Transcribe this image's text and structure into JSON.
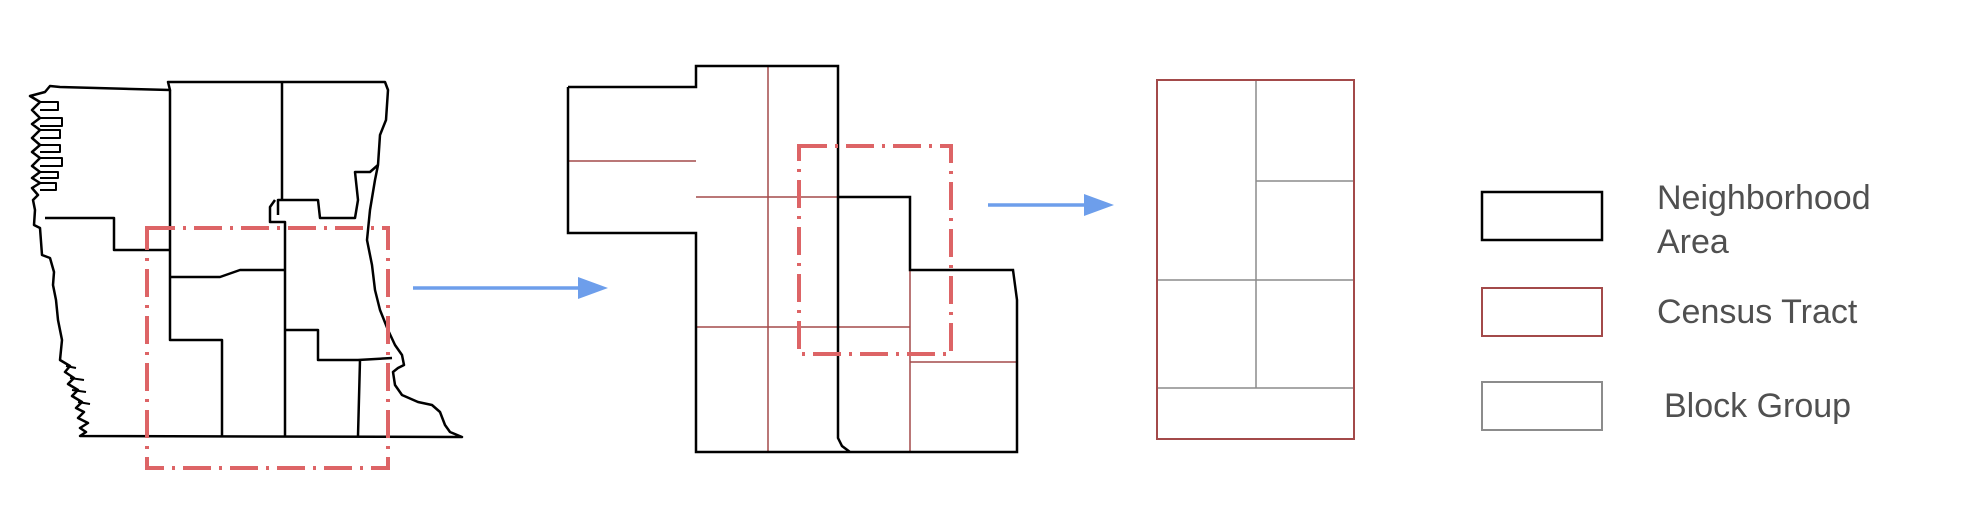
{
  "legend": {
    "items": [
      {
        "label": "Neighborhood\nArea",
        "color": "#000000"
      },
      {
        "label": "Census Tract",
        "color": "#a34a4a"
      },
      {
        "label": "Block Group",
        "color": "#8c8c8c"
      }
    ]
  },
  "colors": {
    "selection": "#dd6466",
    "arrow": "#6d9eeb",
    "neighborhood": "#000000",
    "tract": "#a34a4a",
    "block_group": "#8c8c8c"
  }
}
